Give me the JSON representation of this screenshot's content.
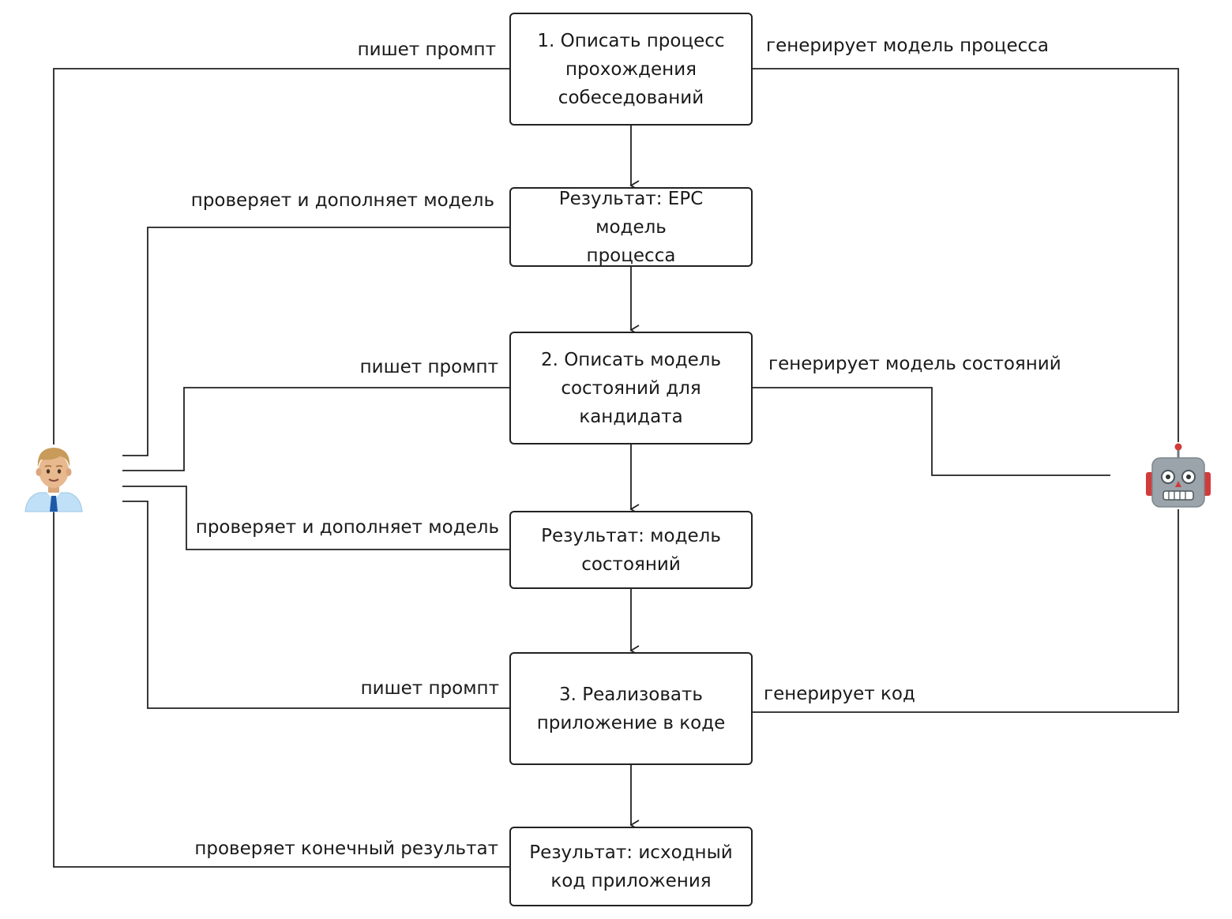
{
  "nodes": {
    "step1": "1. Описать процесс\nпрохождения\nсобеседований",
    "result1": "Результат: EPC модель\nпроцесса",
    "step2": "2. Описать модель\nсостояний для\nкандидата",
    "result2": "Результат: модель\nсостояний",
    "step3": "3. Реализовать\nприложение в коде",
    "result3": "Результат: исходный\nкод приложения"
  },
  "edges": {
    "prompt1": "пишет промпт",
    "generate1": "генерирует модель процесса",
    "review1": "проверяет и дополняет модель",
    "prompt2": "пишет промпт",
    "generate2": "генерирует модель состояний",
    "review2": "проверяет и дополняет модель",
    "prompt3": "пишет промпт",
    "generate3": "генерирует код",
    "review3": "проверяет конечный результат"
  },
  "actors": {
    "human_icon": "man-office-worker-icon",
    "ai_icon": "robot-icon"
  },
  "colors": {
    "line": "#222222",
    "robot_body": "#9aa4aa",
    "robot_ears": "#d23b3b",
    "human_hair": "#c89b5a",
    "human_skin": "#e8b98f",
    "human_shirt": "#bfe0f7",
    "human_tie": "#1e5aa8"
  }
}
